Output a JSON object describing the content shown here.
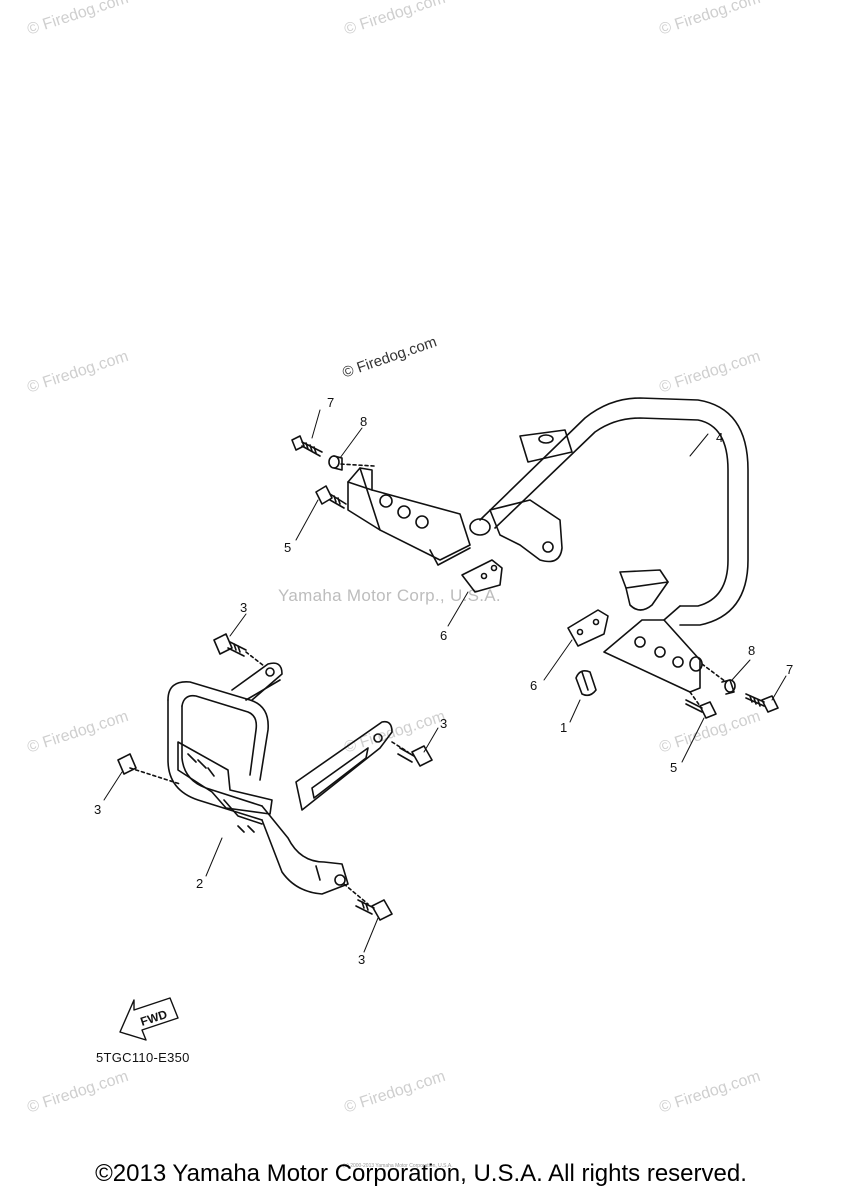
{
  "watermark": "© Firedog.com",
  "center_watermark": "Yamaha Motor Corp., U.S.A.",
  "callouts": {
    "c1": "1",
    "c2": "2",
    "c3a": "3",
    "c3b": "3",
    "c3c": "3",
    "c3d": "3",
    "c4": "4",
    "c5a": "5",
    "c5b": "5",
    "c6a": "6",
    "c6b": "6",
    "c7a": "7",
    "c7b": "7",
    "c8a": "8",
    "c8b": "8"
  },
  "fwd_label": "FWD",
  "diagram_code": "5TGC110-E350",
  "fine_print": "(c) 2000-2013 Yamaha Motor Corporation, U.S.A.",
  "copyright": "©2013 Yamaha Motor Corporation, U.S.A. All rights reserved."
}
